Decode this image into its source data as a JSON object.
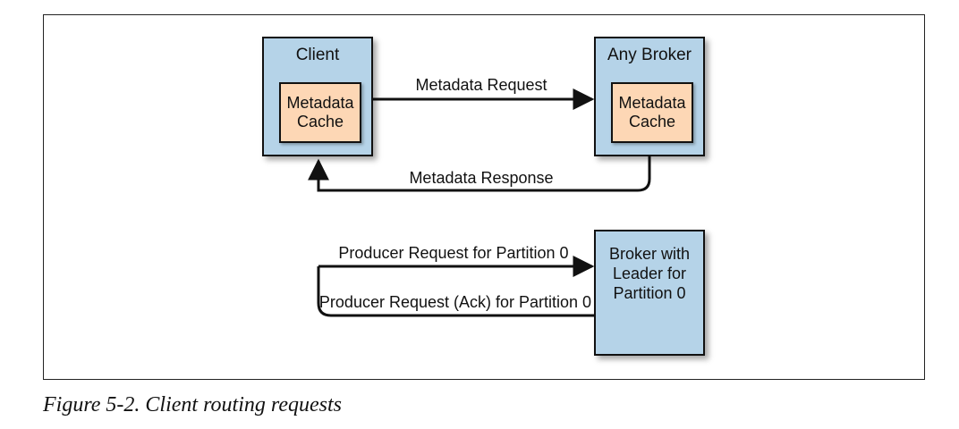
{
  "nodes": {
    "client": {
      "title": "Client",
      "cache": "Metadata\nCache"
    },
    "any_broker": {
      "title": "Any Broker",
      "cache": "Metadata\nCache"
    },
    "leader_broker": {
      "title": "Broker with\nLeader for\nPartition 0"
    }
  },
  "edges": {
    "metadata_request": "Metadata Request",
    "metadata_response": "Metadata Response",
    "producer_request": "Producer Request for Partition 0",
    "producer_ack": "Producer Request (Ack) for Partition 0"
  },
  "caption": "Figure 5-2. Client routing requests",
  "colors": {
    "node_fill": "#b5d3e8",
    "cache_fill": "#fdd7b5",
    "line": "#111111"
  }
}
